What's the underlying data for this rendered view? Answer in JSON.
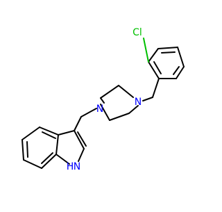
{
  "atoms": {
    "chlorine": "Cl",
    "nitrogen": "N",
    "indole_nh": "H",
    "indole_n": "N"
  },
  "colors": {
    "bond": "#000000",
    "nitrogen": "#0000ff",
    "chlorine": "#00c000",
    "background": "#ffffff"
  }
}
